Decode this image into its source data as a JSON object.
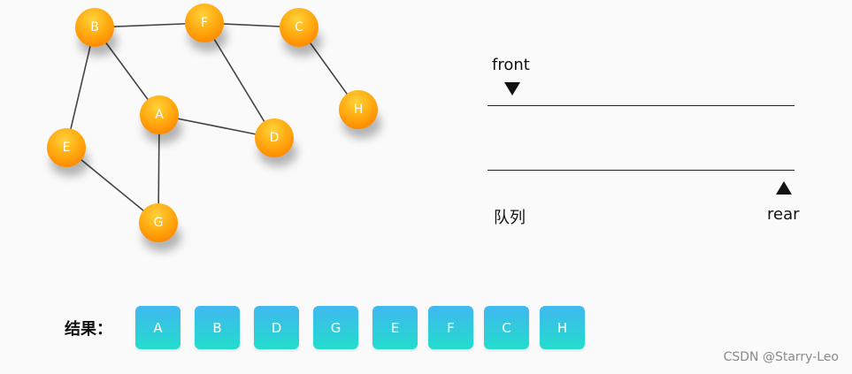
{
  "graph": {
    "nodes": [
      "A",
      "B",
      "C",
      "D",
      "E",
      "F",
      "G",
      "H"
    ],
    "edges": [
      [
        "B",
        "F"
      ],
      [
        "F",
        "C"
      ],
      [
        "C",
        "H"
      ],
      [
        "B",
        "A"
      ],
      [
        "B",
        "E"
      ],
      [
        "F",
        "D"
      ],
      [
        "A",
        "D"
      ],
      [
        "A",
        "G"
      ],
      [
        "E",
        "G"
      ]
    ],
    "colors": {
      "node_top": "#ffc21f",
      "node_bottom": "#ff8a00",
      "edge": "#444444"
    }
  },
  "queue": {
    "front_label": "front",
    "rear_label": "rear",
    "caption": "队列"
  },
  "result": {
    "label": "结果：",
    "items": [
      "A",
      "B",
      "D",
      "G",
      "E",
      "F",
      "C",
      "H"
    ],
    "colors": {
      "top": "#40b8f0",
      "bottom": "#23dccc"
    }
  },
  "watermark": "CSDN @Starry-Leo"
}
